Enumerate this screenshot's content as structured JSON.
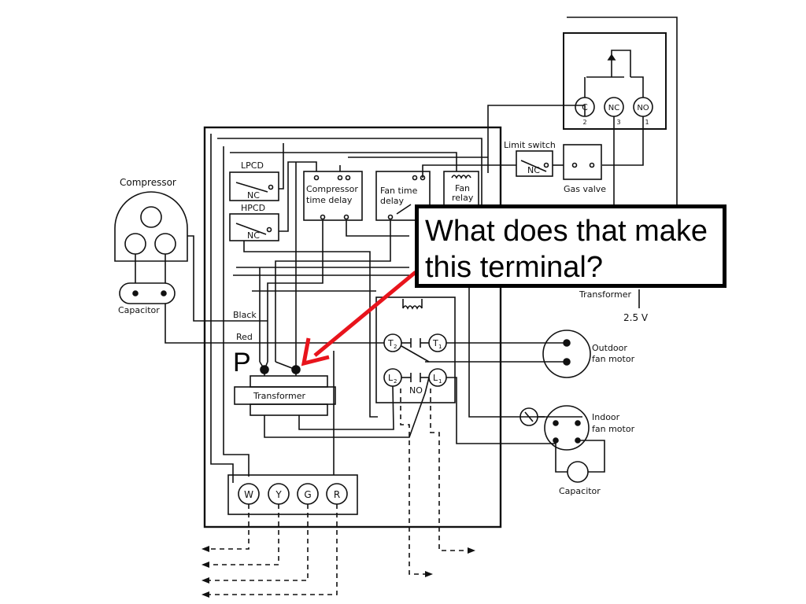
{
  "callout": {
    "line1": "What does that make",
    "line2": "this terminal?"
  },
  "pointer_label": "P",
  "labels": {
    "compressor": "Compressor",
    "capacitor_left": "Capacitor",
    "lpcd": "LPCD",
    "hpcd": "HPCD",
    "nc": "NC",
    "compressor_time_delay_1": "Compressor",
    "compressor_time_delay_2": "time delay",
    "fan_time_delay_1": "Fan time",
    "fan_time_delay_2": "delay",
    "fan_relay_1": "Fan",
    "fan_relay_2": "relay",
    "limit_switch": "Limit switch",
    "gas_valve": "Gas valve",
    "transformer_small": "Transformer",
    "volts": "2.5 V",
    "black": "Black",
    "red": "Red",
    "transformer": "Transformer",
    "no": "NO",
    "t2": "T",
    "t1": "T",
    "l2": "L",
    "l1": "L",
    "sub2": "2",
    "sub1": "1",
    "outdoor_1": "Outdoor",
    "outdoor_2": "fan motor",
    "indoor_1": "Indoor",
    "indoor_2": "fan motor",
    "capacitor_right": "Capacitor",
    "relay_c": "C",
    "relay_nc": "NC",
    "relay_no": "NO",
    "relay_c_num": "2",
    "relay_nc_num": "3",
    "relay_no_num": "1",
    "term_w": "W",
    "term_y": "Y",
    "term_g": "G",
    "term_r": "R"
  },
  "colors": {
    "line": "#111111",
    "arrow": "#e8141c",
    "callout_border": "#000000"
  }
}
